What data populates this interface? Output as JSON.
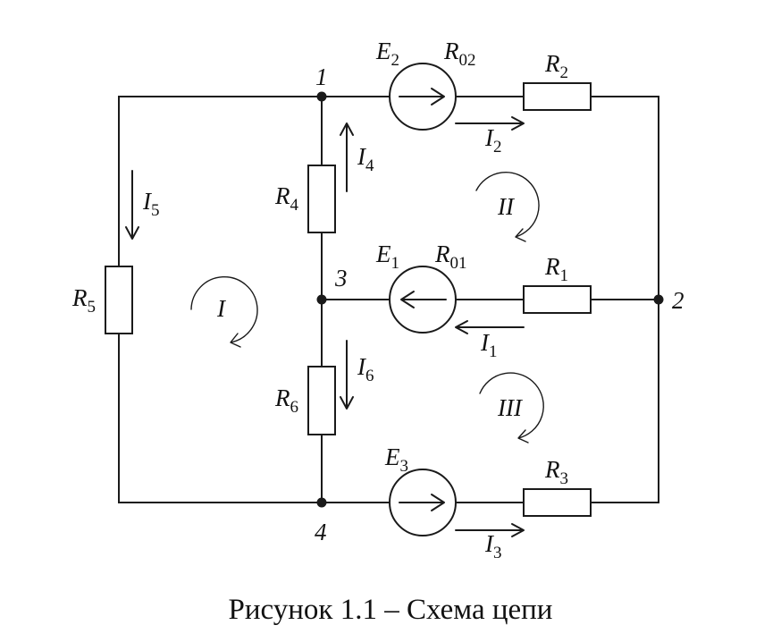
{
  "nodes": {
    "n1": "1",
    "n2": "2",
    "n3": "3",
    "n4": "4"
  },
  "resistors": {
    "R1": {
      "base": "R",
      "sub": "1"
    },
    "R2": {
      "base": "R",
      "sub": "2"
    },
    "R3": {
      "base": "R",
      "sub": "3"
    },
    "R4": {
      "base": "R",
      "sub": "4"
    },
    "R5": {
      "base": "R",
      "sub": "5"
    },
    "R6": {
      "base": "R",
      "sub": "6"
    },
    "R01": {
      "base": "R",
      "sub": "01"
    },
    "R02": {
      "base": "R",
      "sub": "02"
    }
  },
  "sources": {
    "E1": {
      "base": "E",
      "sub": "1"
    },
    "E2": {
      "base": "E",
      "sub": "2"
    },
    "E3": {
      "base": "E",
      "sub": "3"
    }
  },
  "currents": {
    "I1": {
      "base": "I",
      "sub": "1"
    },
    "I2": {
      "base": "I",
      "sub": "2"
    },
    "I3": {
      "base": "I",
      "sub": "3"
    },
    "I4": {
      "base": "I",
      "sub": "4"
    },
    "I5": {
      "base": "I",
      "sub": "5"
    },
    "I6": {
      "base": "I",
      "sub": "6"
    }
  },
  "loops": {
    "L1": "I",
    "L2": "II",
    "L3": "III"
  },
  "caption": "Рисунок 1.1 – Схема цепи"
}
